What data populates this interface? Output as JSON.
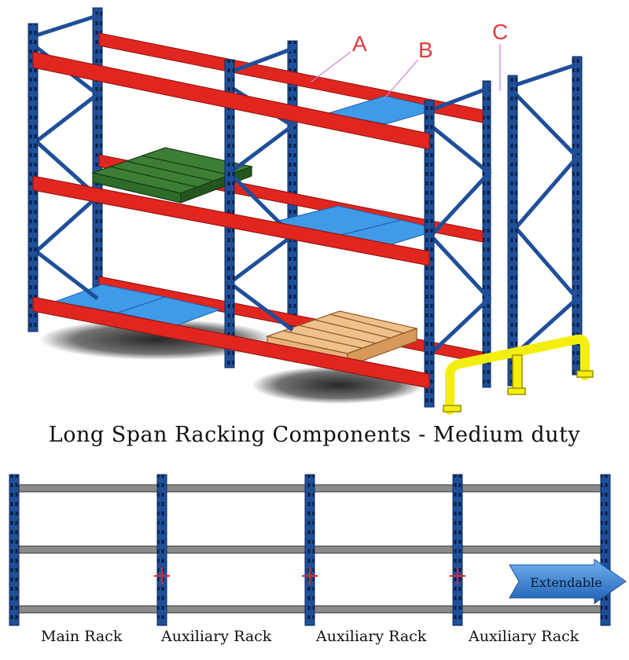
{
  "callouts": {
    "a": "A",
    "b": "B",
    "c": "C"
  },
  "caption": "Long Span Racking Components - Medium duty",
  "extend_label": "Extendable",
  "rack_labels": [
    "Main Rack",
    "Auxiliary Rack",
    "Auxiliary Rack",
    "Auxiliary Rack"
  ],
  "colors": {
    "upright": "#1f4f98",
    "upright_dark": "#0f2a5c",
    "beam": "#e0261f",
    "beam_dark": "#8e1010",
    "deck": "#3f9ae8",
    "pallet_green": "#2f6b2a",
    "pallet_wood": "#e8b27a",
    "guard": "#f4ee0f",
    "callout": "#e33b3b",
    "arrow": "#2f6fc0"
  }
}
